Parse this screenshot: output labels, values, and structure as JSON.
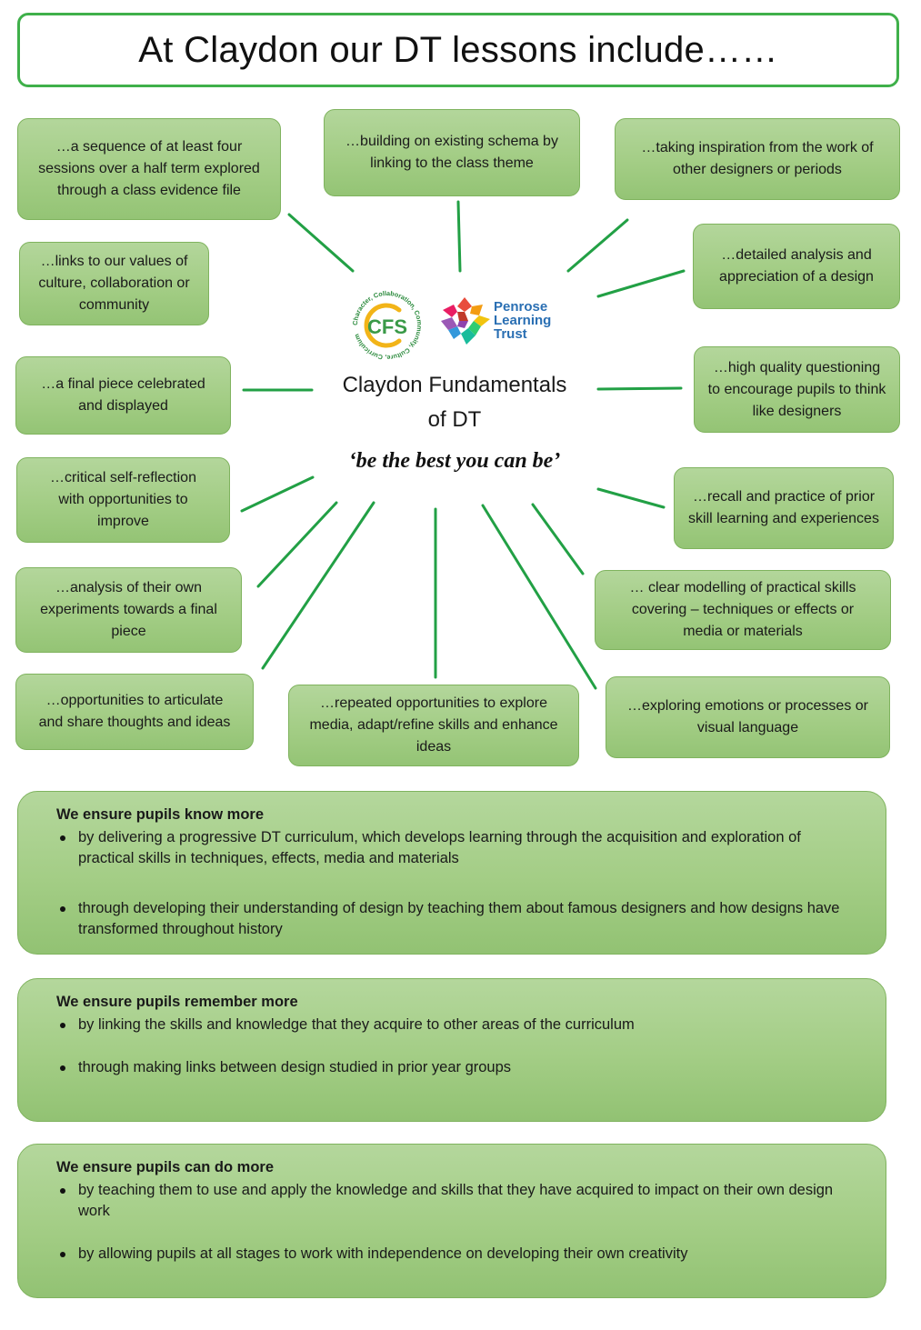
{
  "title": "At Claydon our DT lessons include……",
  "nodes": [
    {
      "id": "sequence",
      "text": "…a sequence of at least four sessions over a half term explored through a class evidence file"
    },
    {
      "id": "schema",
      "text": "…building on existing schema by linking to the class theme"
    },
    {
      "id": "inspiration",
      "text": "…taking inspiration from the work of other designers or periods"
    },
    {
      "id": "values",
      "text": "…links to our values of culture, collaboration or community"
    },
    {
      "id": "analysis-design",
      "text": "…detailed analysis and appreciation of a design"
    },
    {
      "id": "final-piece",
      "text": "…a final piece celebrated and displayed"
    },
    {
      "id": "questioning",
      "text": "…high quality questioning to encourage pupils to think like designers"
    },
    {
      "id": "self-reflection",
      "text": "…critical self-reflection with opportunities to improve"
    },
    {
      "id": "recall",
      "text": "…recall and practice of prior skill learning and experiences"
    },
    {
      "id": "experiments",
      "text": "…analysis of their own experiments towards a final piece"
    },
    {
      "id": "modelling",
      "text": "… clear modelling of practical skills covering – techniques or effects or media or materials"
    },
    {
      "id": "articulate",
      "text": "…opportunities to articulate and share thoughts and ideas"
    },
    {
      "id": "repeated",
      "text": "…repeated opportunities to explore media, adapt/refine skills and enhance ideas"
    },
    {
      "id": "emotions",
      "text": "…exploring emotions or processes or visual language"
    }
  ],
  "center": {
    "title_line1": "Claydon Fundamentals",
    "title_line2": "of DT",
    "motto": "‘be the best you can be’",
    "cfs_logo_text": "Character, Collaboration, Community, Culture, Curriculum",
    "cfs_monogram": "CFS",
    "penrose_line1": "Penrose",
    "penrose_line2": "Learning",
    "penrose_line3": "Trust"
  },
  "panels": [
    {
      "heading": "We ensure pupils know more",
      "items": [
        "by delivering a progressive DT curriculum, which develops learning through the acquisition and exploration of practical skills in techniques, effects, media and materials",
        "through developing their understanding of design by teaching them about famous designers and how designs have transformed throughout history"
      ]
    },
    {
      "heading": "We ensure pupils remember more",
      "items": [
        "by linking the skills and knowledge that they acquire to other areas of the curriculum",
        "through making links between design studied in prior year groups"
      ]
    },
    {
      "heading": "We ensure pupils can do more",
      "items": [
        "by teaching them to use and apply the knowledge and skills that they have acquired to impact on their own design work",
        "by allowing pupils at all stages to work with independence on developing their own creativity"
      ]
    }
  ],
  "colors": {
    "border_green": "#3fb04a",
    "spoke_green": "#22a045",
    "box_green": "#a3cd85",
    "penrose_blue": "#2a6fb3"
  }
}
